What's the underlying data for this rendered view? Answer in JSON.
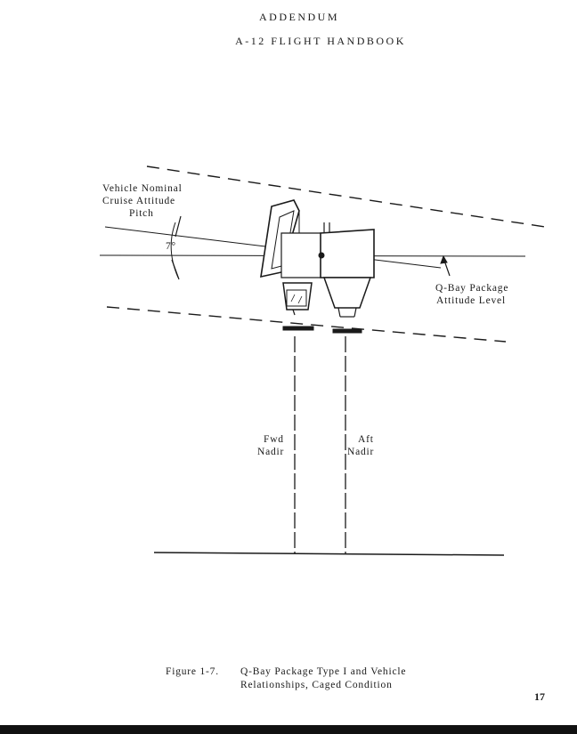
{
  "header": {
    "line1": "ADDENDUM",
    "line2": "A-12 FLIGHT HANDBOOK"
  },
  "figure": {
    "labels": {
      "vehicle_line1": "Vehicle Nominal",
      "vehicle_line2": "Cruise Attitude",
      "vehicle_line3": "Pitch",
      "angle": "7°",
      "qbay_line1": "Q-Bay Package",
      "qbay_line2": "Attitude Level",
      "fwd_line1": "Fwd",
      "fwd_line2": "Nadir",
      "aft_line1": "Aft",
      "aft_line2": "Nadir"
    }
  },
  "caption": {
    "number": "Figure 1-7.",
    "line1": "Q-Bay Package Type I and Vehicle",
    "line2": "Relationships, Caged Condition"
  },
  "page_number": "17"
}
